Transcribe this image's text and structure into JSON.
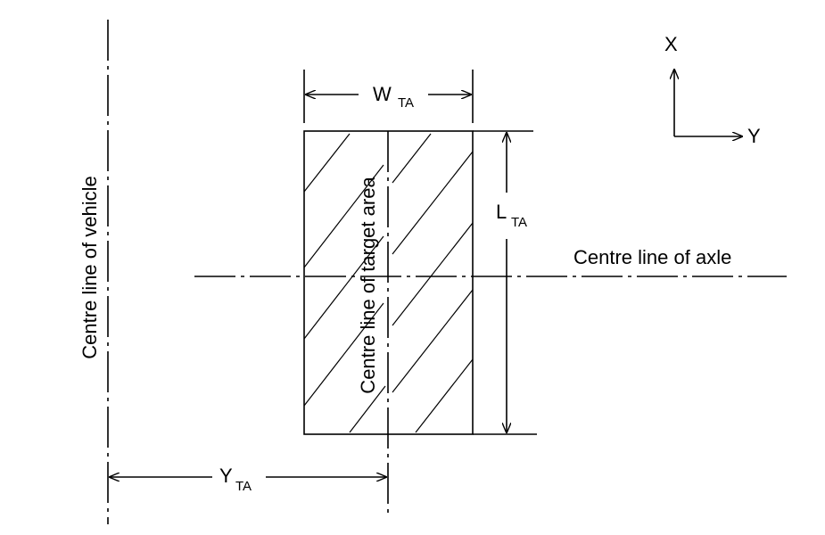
{
  "labels": {
    "vehicle_centre_line": "Centre line of vehicle",
    "target_area_centre_line": "Centre line of target area",
    "axle_centre_line": "Centre line of axle",
    "w": "W",
    "w_sub": "TA",
    "l": "L",
    "l_sub": "TA",
    "y": "Y",
    "y_sub": "TA"
  },
  "axes": {
    "x": "X",
    "y": "Y"
  }
}
